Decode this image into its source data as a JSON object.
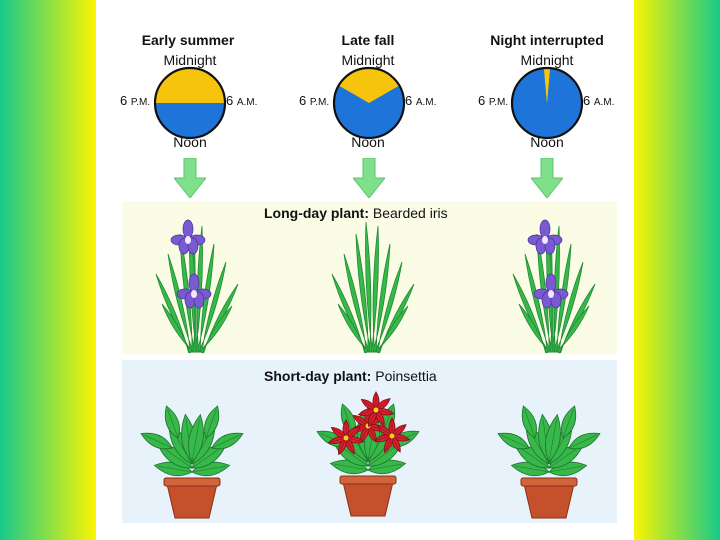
{
  "columns": [
    {
      "title": "Early summer",
      "night_from_hour": 18,
      "night_to_hour": 6,
      "interrupted": false
    },
    {
      "title": "Late fall",
      "night_from_hour": 16,
      "night_to_hour": 8,
      "interrupted": false
    },
    {
      "title": "Night interrupted",
      "night_from_hour": 16,
      "night_to_hour": 8,
      "interrupted": true
    }
  ],
  "clock_labels": {
    "top": "Midnight",
    "bottom": "Noon",
    "left_num": "6",
    "left_suffix": "P.M.",
    "right_num": "6",
    "right_suffix": "A.M."
  },
  "rows": [
    {
      "label": "Long-day plant:",
      "plant": "Bearded iris",
      "flowering": [
        true,
        false,
        true
      ]
    },
    {
      "label": "Short-day plant:",
      "plant": "Poinsettia",
      "flowering": [
        false,
        true,
        false
      ]
    }
  ],
  "colors": {
    "night": "#1e74d8",
    "day": "#f7c40d",
    "arrow": "#7ee08a",
    "long_band": "#fbfce6",
    "short_band": "#e8f2fb",
    "pot": "#c4512b",
    "leaf": "#38b84a",
    "iris": "#7a5ad0",
    "poinsettia": "#d8202f"
  }
}
